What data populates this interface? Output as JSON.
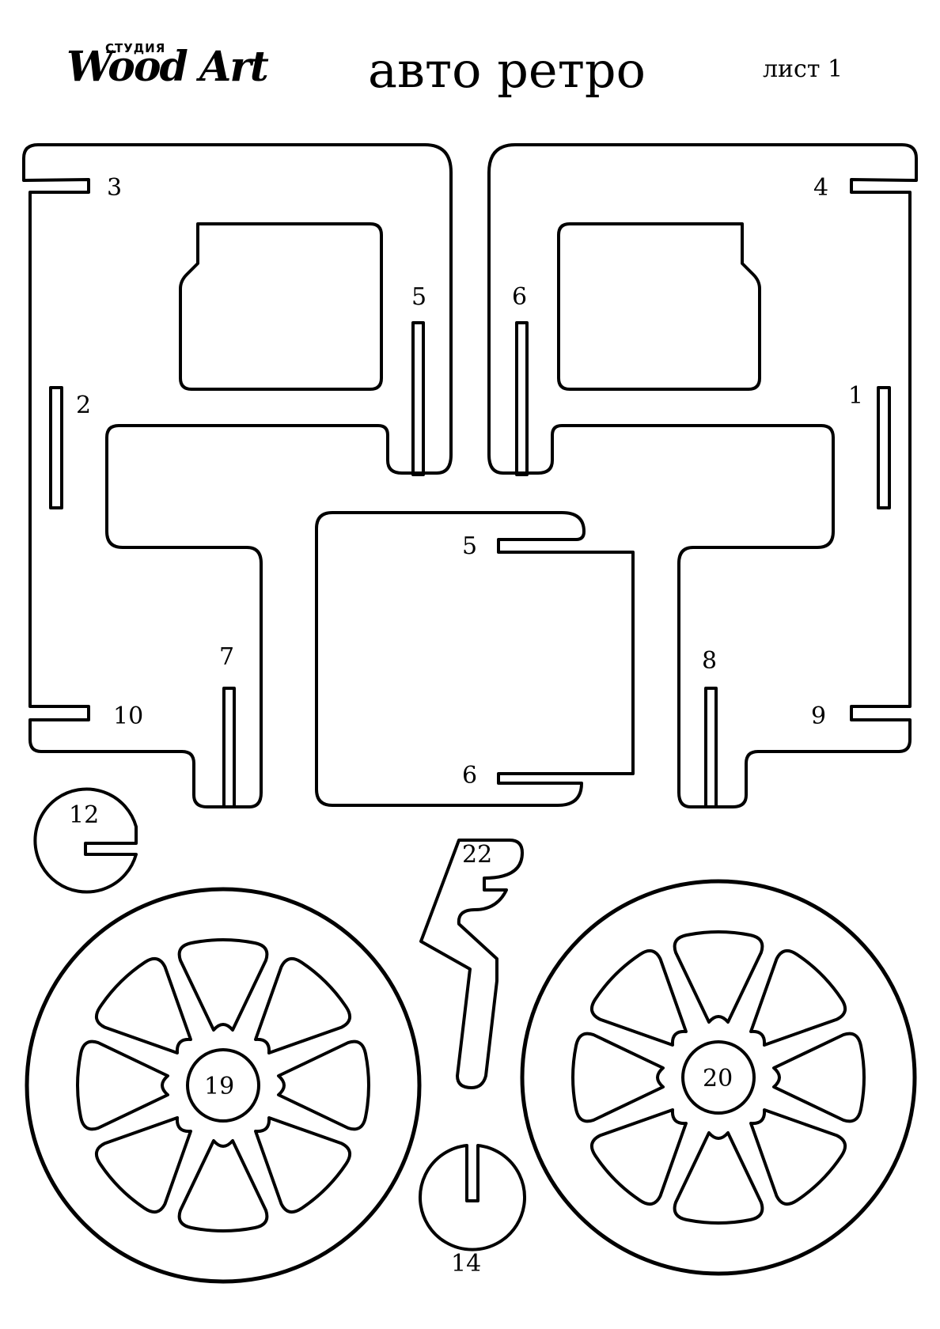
{
  "header": {
    "brand_prefix": "СТУДИЯ",
    "brand_name": "Wood Art",
    "title": "авто ретро",
    "sheet_label": "лист 1"
  },
  "part_labels": {
    "p1": "1",
    "p2": "2",
    "p3": "3",
    "p4": "4",
    "p5a": "5",
    "p5b": "5",
    "p6a": "6",
    "p6b": "6",
    "p7": "7",
    "p8": "8",
    "p9": "9",
    "p10": "10",
    "p12": "12",
    "p14": "14",
    "p19": "19",
    "p20": "20",
    "p22": "22"
  },
  "colors": {
    "line": "#000000",
    "background": "#ffffff"
  }
}
